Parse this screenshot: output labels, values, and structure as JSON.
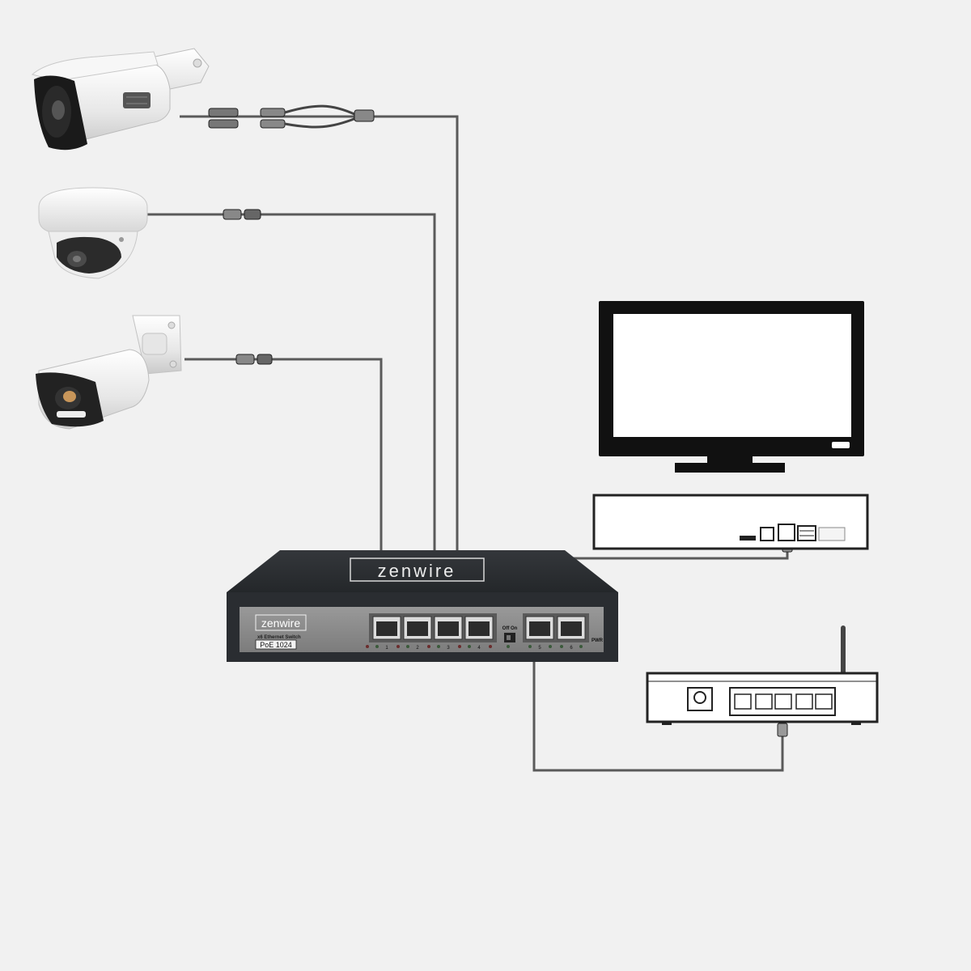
{
  "switch": {
    "top_brand": "zenwire",
    "front_brand": "zenwire",
    "front_subtitle": "x6 Ethernet Switch",
    "model": "PoE 1024",
    "switch_label": "Off On",
    "power_label": "PWR",
    "port_numbers": [
      "1",
      "2",
      "3",
      "4",
      "5",
      "6"
    ]
  },
  "devices": [
    {
      "id": "bullet-camera-1",
      "icon": "bullet-camera-icon"
    },
    {
      "id": "dome-camera",
      "icon": "dome-camera-icon"
    },
    {
      "id": "bullet-camera-2",
      "icon": "bullet-camera-icon"
    },
    {
      "id": "monitor",
      "icon": "monitor-icon"
    },
    {
      "id": "nvr-recorder",
      "icon": "nvr-icon"
    },
    {
      "id": "router",
      "icon": "router-icon"
    }
  ],
  "colors": {
    "background": "#f1f1f1",
    "switch_body": "#2a2d31",
    "switch_panel": "#8a8a8a",
    "cable": "#5a5a5a",
    "outline": "#111111"
  }
}
